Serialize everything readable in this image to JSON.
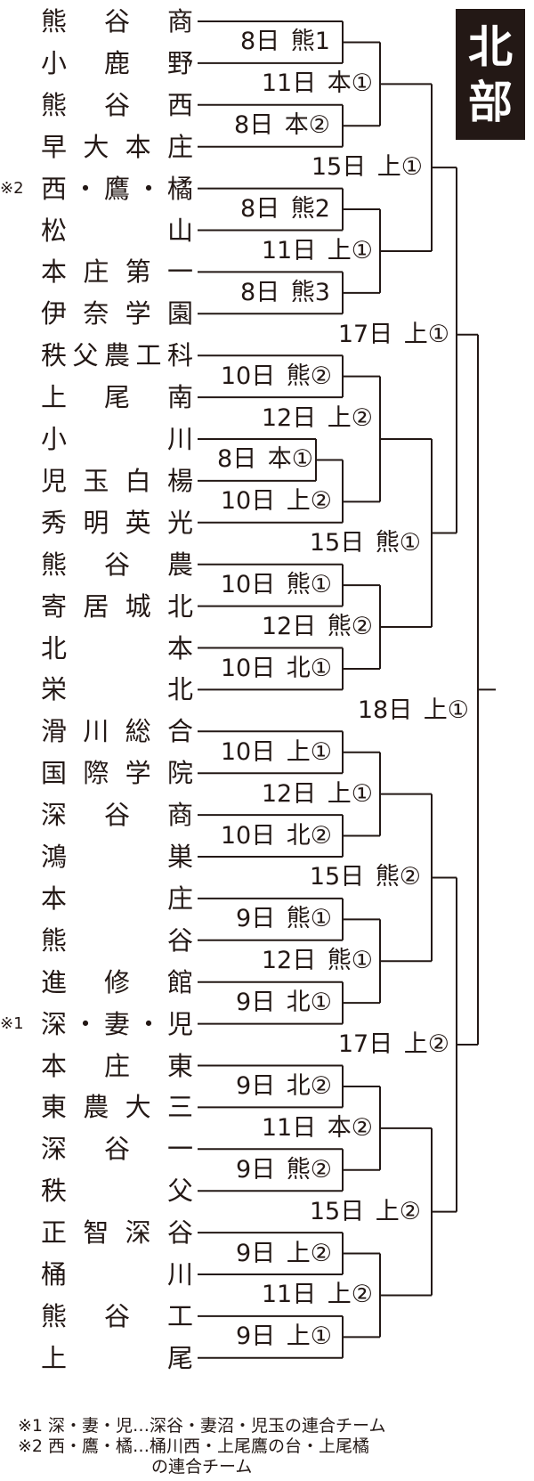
{
  "region": {
    "chars": [
      "北",
      "部"
    ]
  },
  "teams": [
    {
      "name": "熊谷商"
    },
    {
      "name": "小鹿野"
    },
    {
      "name": "熊谷西"
    },
    {
      "name": "早大本庄"
    },
    {
      "name": "西・鷹・橘",
      "note": "※2"
    },
    {
      "name": "松山"
    },
    {
      "name": "本庄第一"
    },
    {
      "name": "伊奈学園"
    },
    {
      "name": "秩父農工科"
    },
    {
      "name": "上尾南"
    },
    {
      "name": "小川"
    },
    {
      "name": "児玉白楊"
    },
    {
      "name": "秀明英光"
    },
    {
      "name": "熊谷農"
    },
    {
      "name": "寄居城北"
    },
    {
      "name": "北本"
    },
    {
      "name": "栄北"
    },
    {
      "name": "滑川総合"
    },
    {
      "name": "国際学院"
    },
    {
      "name": "深谷商"
    },
    {
      "name": "鴻巣"
    },
    {
      "name": "本庄"
    },
    {
      "name": "熊谷"
    },
    {
      "name": "進修館"
    },
    {
      "name": "深・妻・児",
      "note": "※1"
    },
    {
      "name": "本庄東"
    },
    {
      "name": "東農大三"
    },
    {
      "name": "深谷一"
    },
    {
      "name": "秩父"
    },
    {
      "name": "正智深谷"
    },
    {
      "name": "桶川"
    },
    {
      "name": "熊谷工"
    },
    {
      "name": "上尾"
    }
  ],
  "matches": [
    {
      "id": "m1",
      "label": "8日 熊1",
      "inputs": [
        "t0",
        "t1"
      ]
    },
    {
      "id": "m2",
      "label": "8日 本②",
      "inputs": [
        "t2",
        "t3"
      ]
    },
    {
      "id": "m3",
      "label": "8日 熊2",
      "inputs": [
        "t4",
        "t5"
      ]
    },
    {
      "id": "m4",
      "label": "8日 熊3",
      "inputs": [
        "t6",
        "t7"
      ]
    },
    {
      "id": "m5",
      "label": "11日 本①",
      "inputs": [
        "m1",
        "m2"
      ]
    },
    {
      "id": "m6",
      "label": "11日 上①",
      "inputs": [
        "m3",
        "m4"
      ]
    },
    {
      "id": "m7",
      "label": "15日 上①",
      "inputs": [
        "m5",
        "m6"
      ]
    },
    {
      "id": "m8",
      "label": "10日 熊②",
      "inputs": [
        "t8",
        "t9"
      ]
    },
    {
      "id": "m9",
      "label": "8日 本①",
      "inputs": [
        "t10",
        "t11"
      ]
    },
    {
      "id": "m10",
      "label": "10日 上②",
      "inputs": [
        "m9",
        "t12"
      ]
    },
    {
      "id": "m11",
      "label": "12日 上②",
      "inputs": [
        "m8",
        "m10"
      ]
    },
    {
      "id": "m12",
      "label": "10日 熊①",
      "inputs": [
        "t13",
        "t14"
      ]
    },
    {
      "id": "m13",
      "label": "10日 北①",
      "inputs": [
        "t15",
        "t16"
      ]
    },
    {
      "id": "m14",
      "label": "12日 熊②",
      "inputs": [
        "m12",
        "m13"
      ]
    },
    {
      "id": "m15",
      "label": "15日 熊①",
      "inputs": [
        "m11",
        "m14"
      ]
    },
    {
      "id": "m16",
      "label": "17日 上①",
      "inputs": [
        "m7",
        "m15"
      ]
    },
    {
      "id": "m17",
      "label": "10日 上①",
      "inputs": [
        "t17",
        "t18"
      ]
    },
    {
      "id": "m18",
      "label": "10日 北②",
      "inputs": [
        "t19",
        "t20"
      ]
    },
    {
      "id": "m19",
      "label": "12日 上①",
      "inputs": [
        "m17",
        "m18"
      ]
    },
    {
      "id": "m20",
      "label": "9日 熊①",
      "inputs": [
        "t21",
        "t22"
      ]
    },
    {
      "id": "m21",
      "label": "9日 北①",
      "inputs": [
        "t23",
        "t24"
      ]
    },
    {
      "id": "m22",
      "label": "12日 熊①",
      "inputs": [
        "m20",
        "m21"
      ]
    },
    {
      "id": "m23",
      "label": "15日 熊②",
      "inputs": [
        "m19",
        "m22"
      ]
    },
    {
      "id": "m24",
      "label": "9日 北②",
      "inputs": [
        "t25",
        "t26"
      ]
    },
    {
      "id": "m25",
      "label": "9日 熊②",
      "inputs": [
        "t27",
        "t28"
      ]
    },
    {
      "id": "m26",
      "label": "11日 本②",
      "inputs": [
        "m24",
        "m25"
      ]
    },
    {
      "id": "m27",
      "label": "9日 上②",
      "inputs": [
        "t29",
        "t30"
      ]
    },
    {
      "id": "m28",
      "label": "9日 上①",
      "inputs": [
        "t31",
        "t32"
      ]
    },
    {
      "id": "m29",
      "label": "11日 上②",
      "inputs": [
        "m27",
        "m28"
      ]
    },
    {
      "id": "m30",
      "label": "15日 上②",
      "inputs": [
        "m26",
        "m29"
      ]
    },
    {
      "id": "m31",
      "label": "17日 上②",
      "inputs": [
        "m23",
        "m30"
      ]
    },
    {
      "id": "m32",
      "label": "18日 上①",
      "inputs": [
        "m16",
        "m31"
      ]
    }
  ],
  "footnotes": [
    "※1 深・妻・児…深谷・妻沼・児玉の連合チーム",
    "※2 西・鷹・橘…桶川西・上尾鷹の台・上尾橘",
    "の連合チーム"
  ],
  "colors": {
    "ink": "#231815",
    "background": "#ffffff"
  }
}
